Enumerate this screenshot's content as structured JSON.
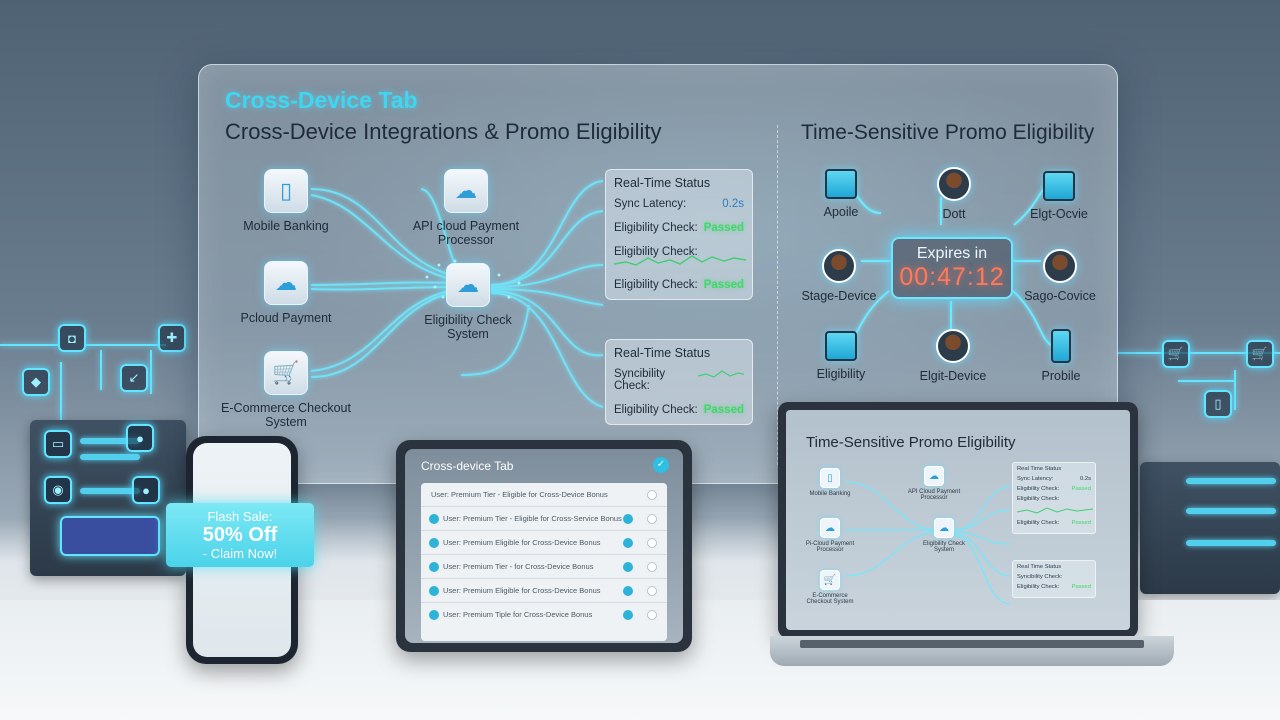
{
  "panel": {
    "tab_title": "Cross-Device Tab",
    "subtitle": "Cross-Device Integrations & Promo Eligibility",
    "right_title": "Time-Sensitive Promo Eligibility"
  },
  "sources": [
    {
      "label": "Mobile Banking",
      "icon": "phone-icon"
    },
    {
      "label": "Pcloud Payment",
      "icon": "cloud-upload-icon"
    },
    {
      "label": "E-Commerce Checkout System",
      "icon": "cart-icon"
    }
  ],
  "hubs": {
    "api": "API cloud Payment Processor",
    "eligibility": "Eligibility Check System"
  },
  "status_panel_1": {
    "heading": "Real-Time Status",
    "sync_label": "Sync Latency:",
    "sync_value": "0.2s",
    "elig_label": "Eligibility Check:",
    "elig_value": "Passed",
    "elig2_label": "Eligibility Check:",
    "elig3_label": "Eligibility Check:",
    "elig3_value": "Passed"
  },
  "status_panel_2": {
    "heading": "Real-Time Status",
    "sync_label": "Syncibility Check:",
    "elig_label": "Eligibility Check:",
    "elig_value": "Passed"
  },
  "promo_nodes": [
    {
      "label": "Apoile",
      "kind": "monitor"
    },
    {
      "label": "Dott",
      "kind": "person"
    },
    {
      "label": "Elgt-Ocvie",
      "kind": "laptop"
    },
    {
      "label": "Stage-Device",
      "kind": "person"
    },
    {
      "label": "Sago-Covice",
      "kind": "person"
    },
    {
      "label": "Eligibility",
      "kind": "monitor"
    },
    {
      "label": "Elgit-Device",
      "kind": "person"
    },
    {
      "label": "Probile",
      "kind": "phone"
    }
  ],
  "timer": {
    "label": "Expires in",
    "value": "00:47:12"
  },
  "flash_sale": {
    "line1": "Flash Sale:",
    "line2": "50% Off",
    "line3": "- Claim Now!"
  },
  "tablet": {
    "title": "Cross-device Tab",
    "rows": [
      "User: Premium Tier - Eligible for Cross-Device Bonus",
      "User: Premium Tier - Eligible for Cross-Service Bonus",
      "User: Premium Eligible for Cross-Device Bonus",
      "User: Premium Tier - for Cross-Device Bonus",
      "User: Premium Eligible for Cross-Device Bonus",
      "User: Premium Tiple for Cross-Device Bonus"
    ]
  },
  "laptop": {
    "title": "Time-Sensitive Promo Eligibility",
    "nodes": [
      "Mobile Banking",
      "Pi-Cloud Payment Processor",
      "E-Commerce Checkout System",
      "API Cloud Payment Processor",
      "Eligibility Check System"
    ],
    "stat1": {
      "heading": "Real Time Status",
      "sync_label": "Sync Latency:",
      "sync_value": "0.2s",
      "elig_label": "Eligibility Check:",
      "elig_value": "Passed",
      "elig2_label": "Eligibility Check:",
      "elig3_label": "Eligibility Check:",
      "elig3_value": "Passed"
    },
    "stat2": {
      "heading": "Real Time Status",
      "sync_label": "Syncibility Check:",
      "elig_label": "Eligibility Check:",
      "elig_value": "Passed"
    }
  },
  "colors": {
    "accent": "#3ed6f0",
    "ok": "#3fd86a",
    "timer": "#ff7a5a"
  }
}
